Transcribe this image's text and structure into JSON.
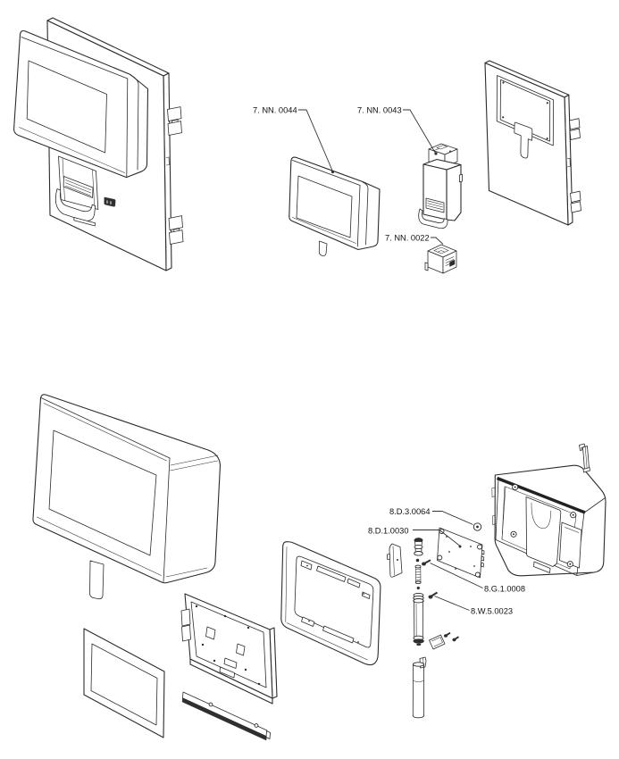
{
  "diagram": {
    "background_color": "#ffffff",
    "line_color": "#2b2b2b",
    "label_color": "#111111",
    "labels": [
      {
        "id": "part-7nn0044",
        "text": "7. NN. 0044"
      },
      {
        "id": "part-7nn0043",
        "text": "7. NN. 0043"
      },
      {
        "id": "part-7nn0022",
        "text": "7. NN. 0022"
      },
      {
        "id": "part-8d30064",
        "text": "8.D.3.0064"
      },
      {
        "id": "part-8d10030",
        "text": "8.D.1.0030"
      },
      {
        "id": "part-8g10008",
        "text": "8.G.1.0008"
      },
      {
        "id": "part-8w50023",
        "text": "8.W.5.0023"
      }
    ]
  }
}
